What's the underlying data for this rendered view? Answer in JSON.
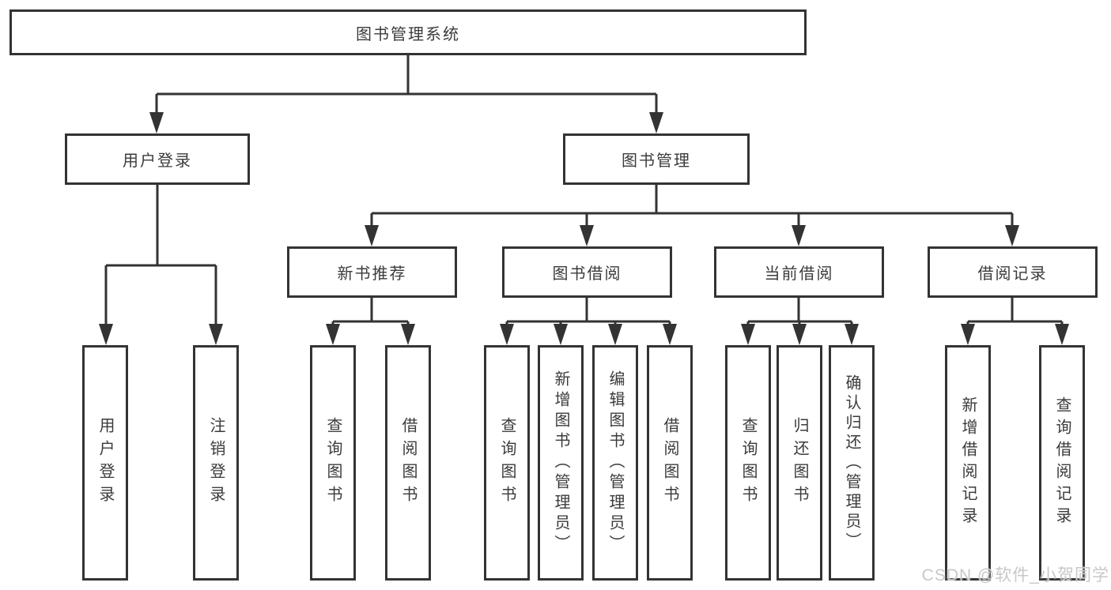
{
  "tree": {
    "label": "图书管理系统",
    "children": [
      {
        "label": "用户登录",
        "children": [
          {
            "label": "用户登录"
          },
          {
            "label": "注销登录"
          }
        ]
      },
      {
        "label": "图书管理",
        "children": [
          {
            "label": "新书推荐",
            "children": [
              {
                "label": "查询图书"
              },
              {
                "label": "借阅图书"
              }
            ]
          },
          {
            "label": "图书借阅",
            "children": [
              {
                "label": "查询图书"
              },
              {
                "label": "新增图书（管理员）"
              },
              {
                "label": "编辑图书（管理员）"
              },
              {
                "label": "借阅图书"
              }
            ]
          },
          {
            "label": "当前借阅",
            "children": [
              {
                "label": "查询图书"
              },
              {
                "label": "归还图书"
              },
              {
                "label": "确认归还（管理员）"
              }
            ]
          },
          {
            "label": "借阅记录",
            "children": [
              {
                "label": "新增借阅记录"
              },
              {
                "label": "查询借阅记录"
              }
            ]
          }
        ]
      }
    ]
  },
  "watermark": "CSDN @软件_小贺同学",
  "colors": {
    "line": "#333333",
    "box_border": "#333333",
    "box_fill": "#ffffff",
    "text": "#3b3b3b",
    "background": "#ffffff",
    "watermark": "#c8c8c8"
  }
}
